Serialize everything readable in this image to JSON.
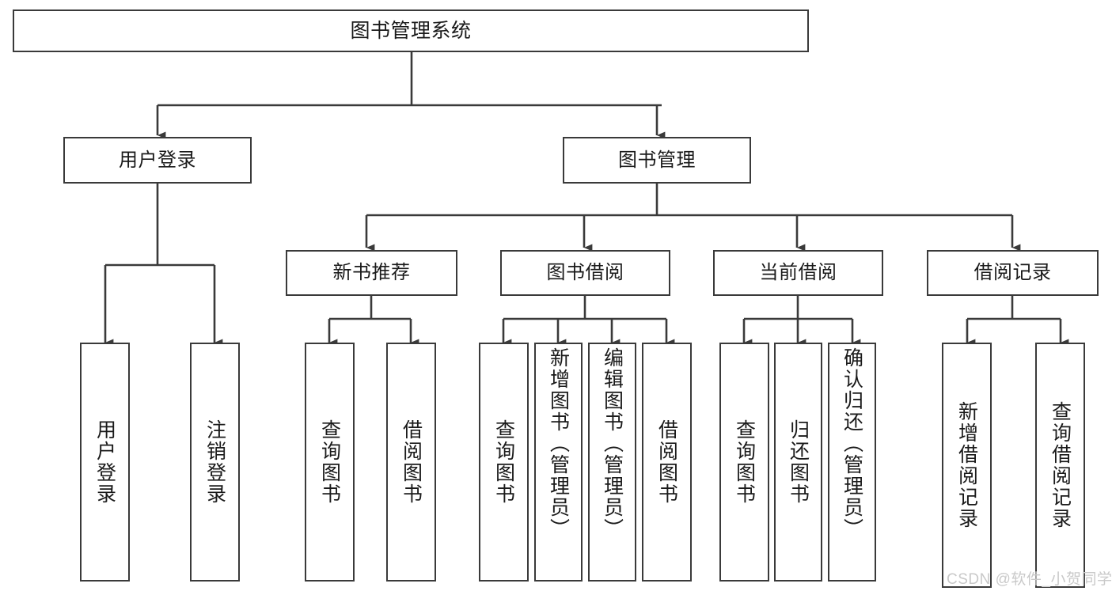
{
  "diagram": {
    "type": "tree-hierarchy",
    "title": "图书管理系统",
    "root": {
      "label": "图书管理系统"
    },
    "level2": [
      {
        "label": "用户登录"
      },
      {
        "label": "图书管理"
      }
    ],
    "level3": [
      {
        "label": "新书推荐"
      },
      {
        "label": "图书借阅"
      },
      {
        "label": "当前借阅"
      },
      {
        "label": "借阅记录"
      }
    ],
    "leaves": [
      {
        "label": "用户登录",
        "parent": "用户登录"
      },
      {
        "label": "注销登录",
        "parent": "用户登录"
      },
      {
        "label": "查询图书",
        "parent": "新书推荐"
      },
      {
        "label": "借阅图书",
        "parent": "新书推荐"
      },
      {
        "label": "查询图书",
        "parent": "图书借阅"
      },
      {
        "label": "新增图书（管理员）",
        "parent": "图书借阅"
      },
      {
        "label": "编辑图书（管理员）",
        "parent": "图书借阅"
      },
      {
        "label": "借阅图书",
        "parent": "图书借阅"
      },
      {
        "label": "查询图书",
        "parent": "当前借阅"
      },
      {
        "label": "归还图书",
        "parent": "当前借阅"
      },
      {
        "label": "确认归还（管理员）",
        "parent": "当前借阅"
      },
      {
        "label": "新增借阅记录",
        "parent": "借阅记录"
      },
      {
        "label": "查询借阅记录",
        "parent": "借阅记录"
      }
    ],
    "colors": {
      "stroke": "#3a3a3a",
      "fill": "#ffffff",
      "text": "#1a1a1a",
      "watermark": "#c9c9c9"
    }
  },
  "watermark": {
    "text": "CSDN @软件_小贺同学"
  }
}
